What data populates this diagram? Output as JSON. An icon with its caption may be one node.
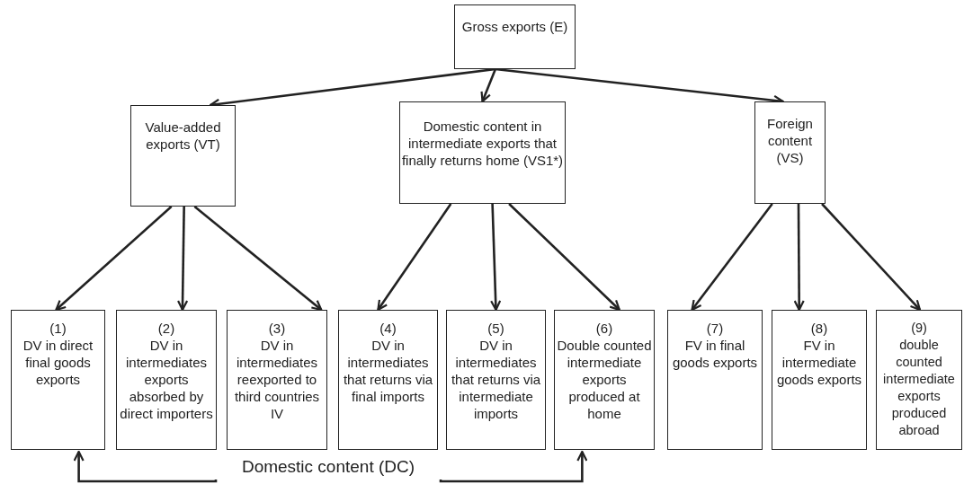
{
  "diagram": {
    "nodes": [
      {
        "text": [
          "Gross exports (E)"
        ]
      },
      {
        "text": [
          "Value-added exports (VT)"
        ]
      },
      {
        "text": [
          "Domestic content in intermediate exports that finally returns home (VS1*)"
        ]
      },
      {
        "text": [
          "Foreign content (VS)"
        ]
      },
      {
        "text": [
          "(1)",
          "DV in direct final goods exports"
        ]
      },
      {
        "text": [
          "(2)",
          "DV in intermediates exports absorbed by direct importers"
        ]
      },
      {
        "text": [
          "(3)",
          "DV in intermediates reexported to third countries IV"
        ]
      },
      {
        "text": [
          "(4)",
          "DV in intermediates that returns via final imports"
        ]
      },
      {
        "text": [
          "(5)",
          "DV in intermediates that returns via intermediate imports"
        ]
      },
      {
        "text": [
          "(6)",
          "Double counted intermediate exports produced at home"
        ]
      },
      {
        "text": [
          "(7)",
          "FV in final goods exports"
        ]
      },
      {
        "text": [
          "(8)",
          "FV in intermediate goods exports"
        ]
      },
      {
        "text": [
          "(9)",
          "double counted intermediate exports produced abroad"
        ]
      },
      {
        "text": [
          "Domestic content (DC)"
        ]
      }
    ],
    "edges": [
      {
        "from": 0,
        "to": 1,
        "arrow": "to"
      },
      {
        "from": 0,
        "to": 2,
        "arrow": "to"
      },
      {
        "from": 0,
        "to": 3,
        "arrow": "to"
      },
      {
        "from": 1,
        "to": 4,
        "arrow": "to"
      },
      {
        "from": 1,
        "to": 5,
        "arrow": "to"
      },
      {
        "from": 1,
        "to": 6,
        "arrow": "to"
      },
      {
        "from": 2,
        "to": 7,
        "arrow": "to"
      },
      {
        "from": 2,
        "to": 8,
        "arrow": "to"
      },
      {
        "from": 2,
        "to": 9,
        "arrow": "to"
      },
      {
        "from": 3,
        "to": 10,
        "arrow": "to"
      },
      {
        "from": 3,
        "to": 11,
        "arrow": "to"
      },
      {
        "from": 3,
        "to": 12,
        "arrow": "to"
      },
      {
        "from": 13,
        "to": 4,
        "arrow": "to"
      },
      {
        "from": 13,
        "to": 9,
        "arrow": "to"
      }
    ]
  }
}
